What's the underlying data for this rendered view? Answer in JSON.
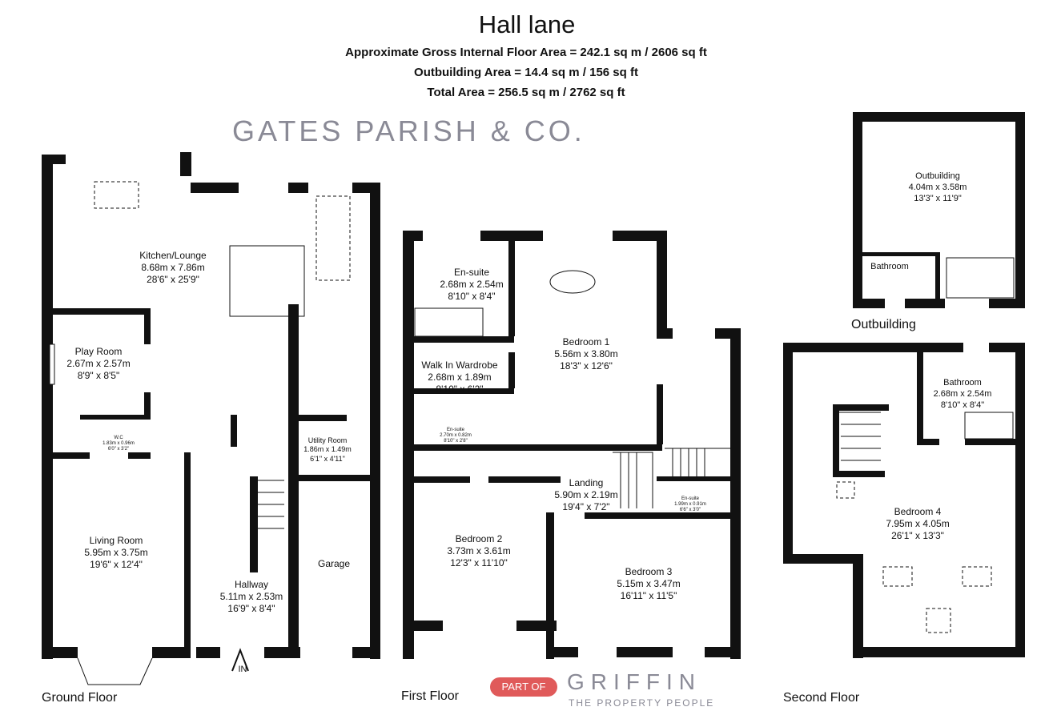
{
  "header": {
    "title": "Hall lane",
    "lines": [
      "Approximate Gross Internal Floor Area  = 242.1 sq m  / 2606 sq ft",
      "Outbuilding Area  = 14.4 sq m  / 156 sq ft",
      "Total Area  = 256.5 sq m  / 2762 sq ft"
    ]
  },
  "floors": {
    "ground": "Ground Floor",
    "first": "First Floor",
    "second": "Second Floor",
    "outbuilding": "Outbuilding"
  },
  "rooms": {
    "kitchen": [
      "Kitchen/Lounge",
      "8.68m x 7.86m",
      "28'6\" x 25'9\""
    ],
    "play": [
      "Play Room",
      "2.67m x 2.57m",
      "8'9\" x 8'5\""
    ],
    "wc": [
      "W.C",
      "1.83m x 0.96m",
      "6'0\" x 3'2\""
    ],
    "living": [
      "Living Room",
      "5.95m x 3.75m",
      "19'6\" x 12'4\""
    ],
    "hallway": [
      "Hallway",
      "5.11m x 2.53m",
      "16'9\" x 8'4\""
    ],
    "utility": [
      "Utility Room",
      "1.86m x 1.49m",
      "6'1\" x 4'11\""
    ],
    "garage": [
      "Garage"
    ],
    "entrance": "IN",
    "ensuite1": [
      "En-suite",
      "2.68m x 2.54m",
      "8'10\" x 8'4\""
    ],
    "wardrobe": [
      "Walk In Wardrobe",
      "2.68m x 1.89m",
      "8'10\" x 6'2\""
    ],
    "ensuite2": [
      "En-suite",
      "2.70m x 0.82m",
      "8'10\" x 2'8\""
    ],
    "bedroom1": [
      "Bedroom 1",
      "5.56m x 3.80m",
      "18'3\" x 12'6\""
    ],
    "landing": [
      "Landing",
      "5.90m x 2.19m",
      "19'4\" x 7'2\""
    ],
    "ensuite3": [
      "En-suite",
      "1.99m x 0.91m",
      "6'6\" x 3'0\""
    ],
    "bedroom2": [
      "Bedroom 2",
      "3.73m x 3.61m",
      "12'3\" x 11'10\""
    ],
    "bedroom3": [
      "Bedroom 3",
      "5.15m x 3.47m",
      "16'11\" x 11'5\""
    ],
    "outbuilding": [
      "Outbuilding",
      "4.04m x 3.58m",
      "13'3\" x 11'9\""
    ],
    "out_bathroom": [
      "Bathroom"
    ],
    "bathroom2": [
      "Bathroom",
      "2.68m x 2.54m",
      "8'10\" x 8'4\""
    ],
    "bedroom4": [
      "Bedroom 4",
      "7.95m x 4.05m",
      "26'1\" x 13'3\""
    ]
  },
  "watermark": {
    "brand": "GATES PARISH",
    "brand2": "& CO.",
    "badge": "PART OF",
    "group": "GRIFFIN",
    "tagline": "THE PROPERTY PEOPLE",
    "badge_color": "#e05a5a"
  }
}
